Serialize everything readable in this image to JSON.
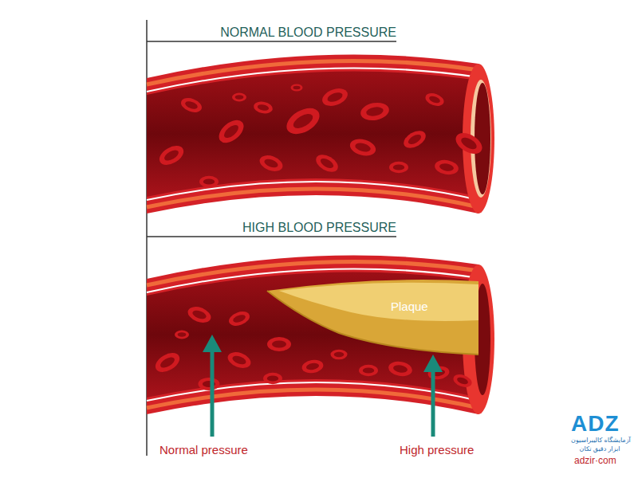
{
  "diagram": {
    "nodes": [
      {
        "text": [
          "Plaque"
        ]
      }
    ],
    "labels": [
      "NORMAL BLOOD PRESSURE",
      "HIGH BLOOD PRESSURE",
      "Normal pressure",
      "High pressure",
      "ADZ",
      "آزمایشگاه کالیبراسیون",
      "ابزار دقیق تکان",
      "adzir·com"
    ]
  }
}
